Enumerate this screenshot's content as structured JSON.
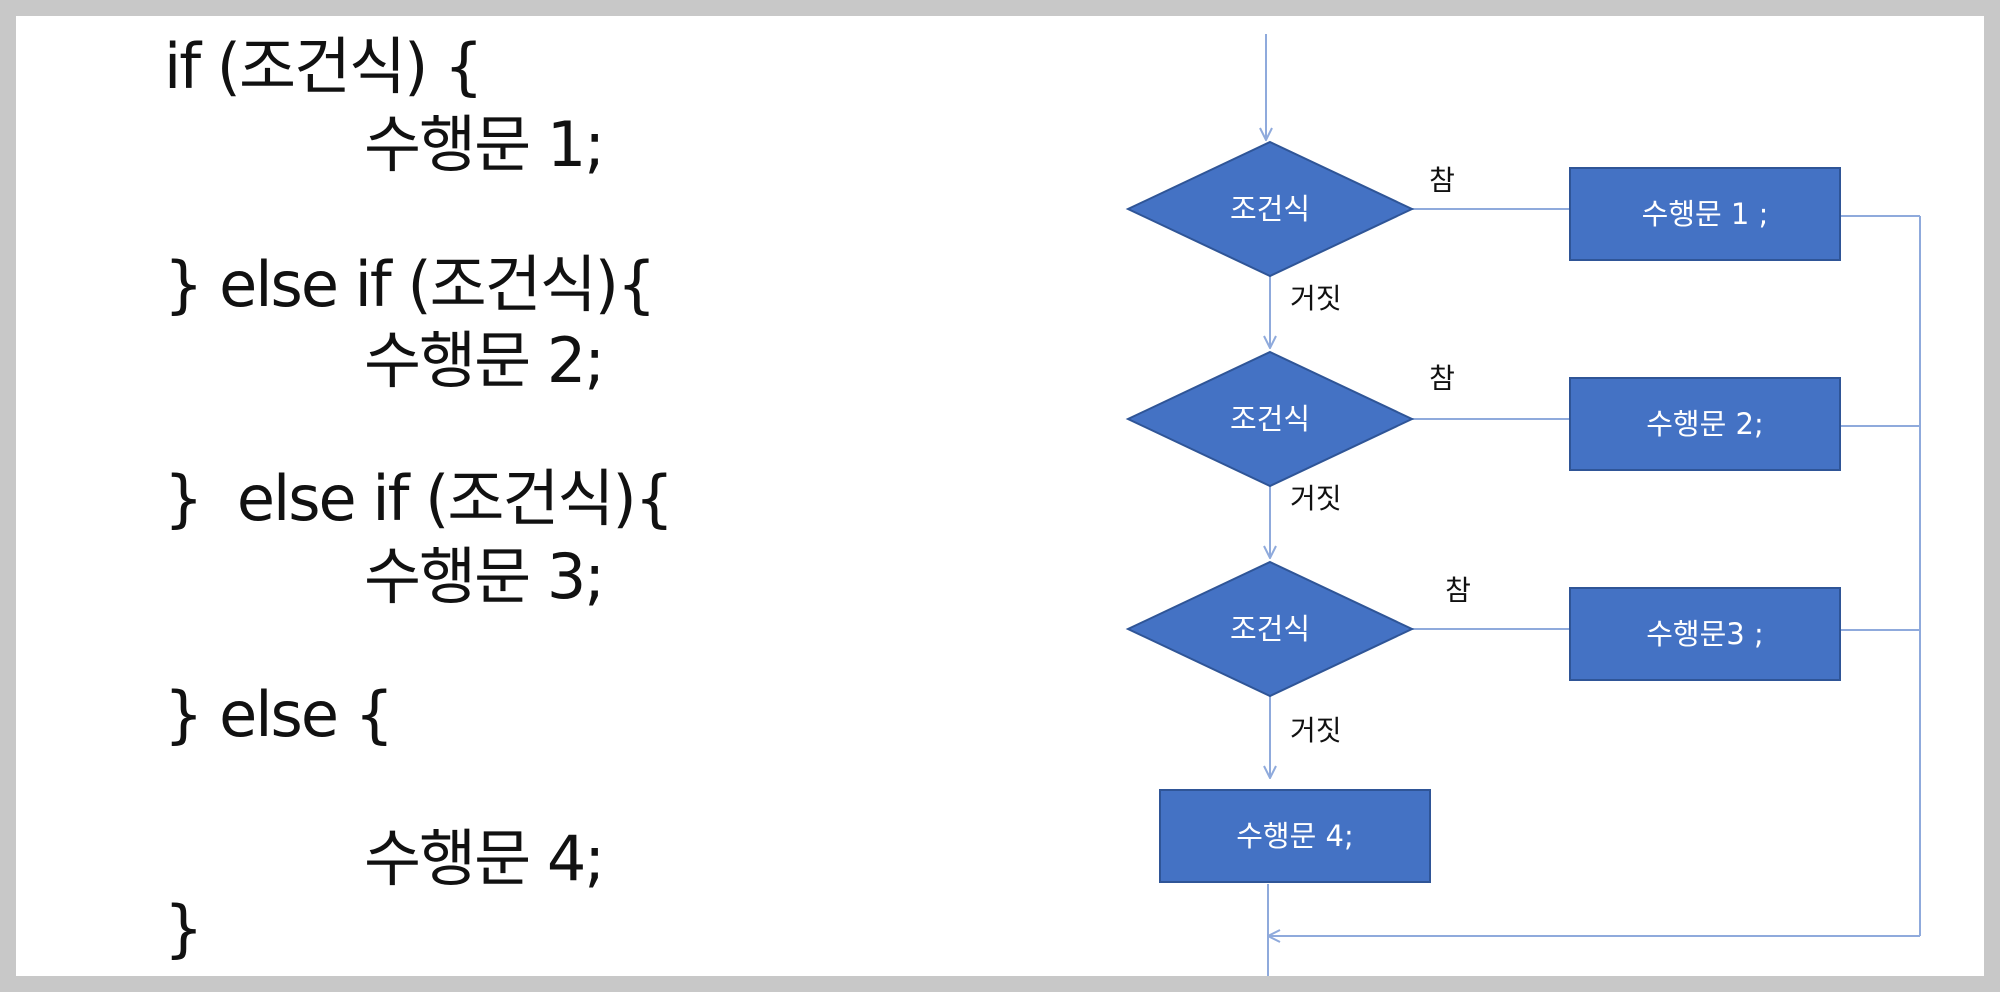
{
  "code": {
    "lines": [
      "if (조건식) {",
      "수행문 1;",
      "} else if (조건식){",
      "수행문 2;",
      "}  else if (조건식){",
      "수행문 3;",
      "} else {",
      "수행문 4;",
      "}"
    ]
  },
  "flowchart": {
    "conditions": [
      {
        "label": "조건식",
        "true_label": "참",
        "false_label": "거짓"
      },
      {
        "label": "조건식",
        "true_label": "참",
        "false_label": "거짓"
      },
      {
        "label": "조건식",
        "true_label": "참",
        "false_label": "거짓"
      }
    ],
    "actions": [
      "수행문 1 ;",
      "수행문 2;",
      "수행문3 ;"
    ],
    "else_action": "수행문 4;",
    "colors": {
      "shape_fill": "#4472c4",
      "shape_stroke": "#2f5597",
      "connector": "#8faadc"
    }
  }
}
